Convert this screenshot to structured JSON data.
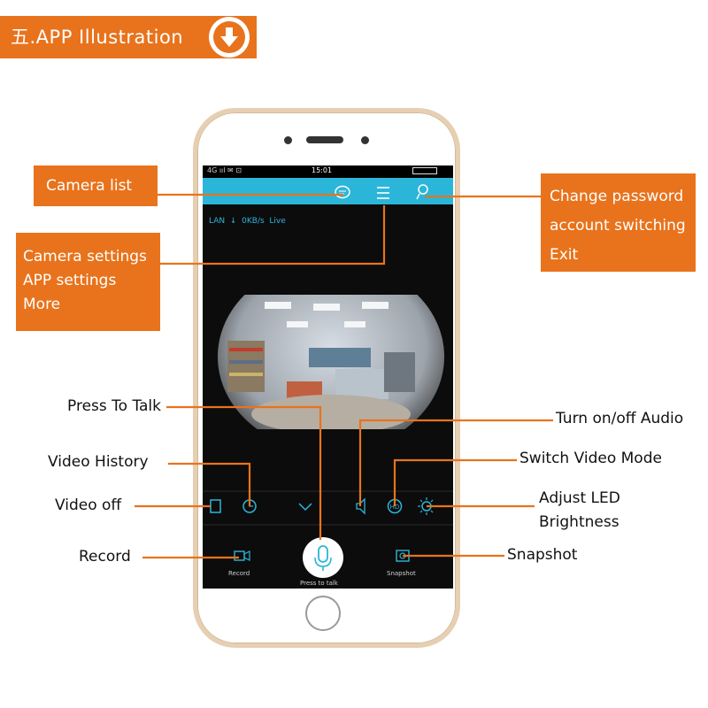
{
  "title": {
    "text": "五.APP Illustration",
    "accent": "#e8731c",
    "icon": "download-arrow-icon"
  },
  "phone": {
    "status_left": "4G ııl ✉ ⊡",
    "time": "15:01",
    "stats": {
      "network": "LAN",
      "speed": "0KB/s",
      "mode": "Live"
    },
    "labels": {
      "record": "Record",
      "press_to_talk": "Press to talk",
      "snapshot": "Snapshot"
    },
    "screen_accent": "#2bb6d9"
  },
  "callouts": {
    "camera_list": "Camera list",
    "camera_settings": [
      "Camera settings",
      "APP settings",
      "More"
    ],
    "change_password": [
      "Change password",
      "account switching",
      "Exit"
    ]
  },
  "annotations": {
    "press_to_talk": "Press To Talk",
    "video_history": "Video History",
    "video_off": "Video off",
    "record": "Record",
    "turn_audio": "Turn on/off Audio",
    "switch_video": "Switch Video Mode",
    "adjust_led": "Adjust LED Brightness",
    "snapshot": "Snapshot"
  },
  "icons": [
    "chat-icon",
    "menu-icon",
    "user-icon",
    "download-arrow-icon",
    "video-off-icon",
    "history-icon",
    "chevron-down-icon",
    "speaker-icon",
    "hd-icon",
    "brightness-icon",
    "record-camera-icon",
    "microphone-icon",
    "snapshot-icon"
  ]
}
